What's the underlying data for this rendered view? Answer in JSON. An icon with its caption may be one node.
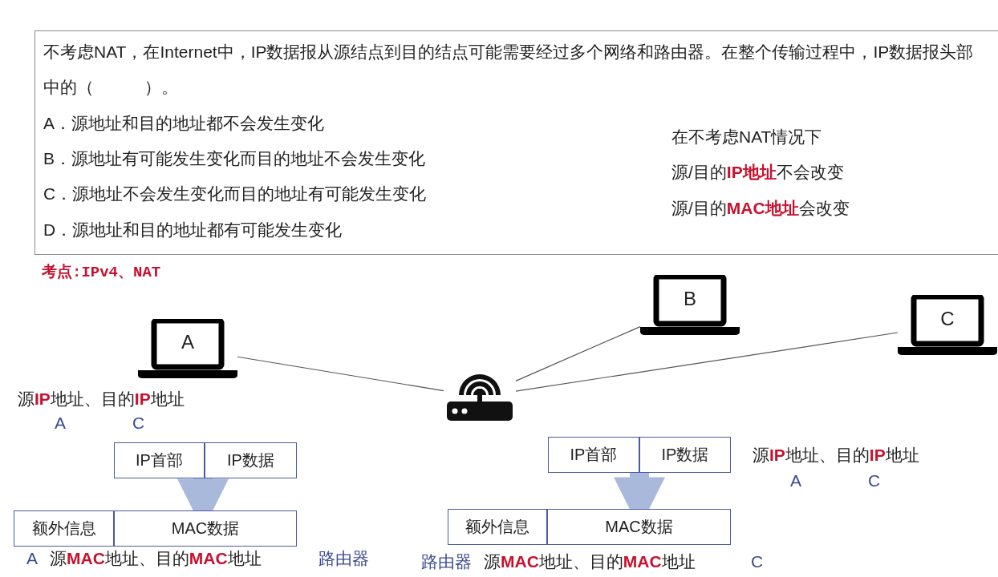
{
  "diagram": {
    "nodes": [
      {
        "text": [
          "不考虑NAT，在Internet中，IP数据报从源结点到目的结点可能需要经过多个网络和路由器。在整个传输过程中，IP数据报头部中的（　　　）。",
          "A．源地址和目的地址都不会发生变化",
          "B．源地址有可能发生变化而目的地址不会发生变化",
          "C．源地址不会发生变化而目的地址有可能发生变化",
          "D．源地址和目的地址都有可能发生变化",
          "在不考虑NAT情况下",
          "源/目的**IP地址**不会改变",
          "源/目的**MAC地址**会改变"
        ]
      },
      {
        "text": [
          "A"
        ]
      },
      {
        "text": [
          "B"
        ]
      },
      {
        "text": [
          "C"
        ]
      },
      {
        "text": [],
        "shape": "router"
      },
      {
        "text": [
          "IP首部"
        ]
      },
      {
        "text": [
          "IP数据"
        ]
      },
      {
        "text": [
          "额外信息"
        ]
      },
      {
        "text": [
          "MAC数据"
        ]
      },
      {
        "text": [
          "IP首部"
        ]
      },
      {
        "text": [
          "IP数据"
        ]
      },
      {
        "text": [
          "额外信息"
        ]
      },
      {
        "text": [
          "MAC数据"
        ]
      }
    ],
    "edges": [
      {
        "from": 1,
        "to": 4,
        "arrow": "none"
      },
      {
        "from": 2,
        "to": 4,
        "arrow": "none"
      },
      {
        "from": 3,
        "to": 4,
        "arrow": "none"
      },
      {
        "from": 5,
        "to": 8,
        "arrow": "to",
        "style": "thick",
        "color": "#a9b9dc"
      },
      {
        "from": 9,
        "to": 12,
        "arrow": "to",
        "style": "thick",
        "color": "#a9b9dc"
      }
    ],
    "labels": [
      "考点:IPv4、NAT",
      "源**IP**地址、目的**IP**地址",
      "A",
      "C",
      "A",
      "源**MAC**地址、目的**MAC**地址",
      "路由器",
      "源**IP**地址、目的**IP**地址",
      "A",
      "C",
      "路由器",
      "源**MAC**地址、目的**MAC**地址",
      "C"
    ]
  }
}
